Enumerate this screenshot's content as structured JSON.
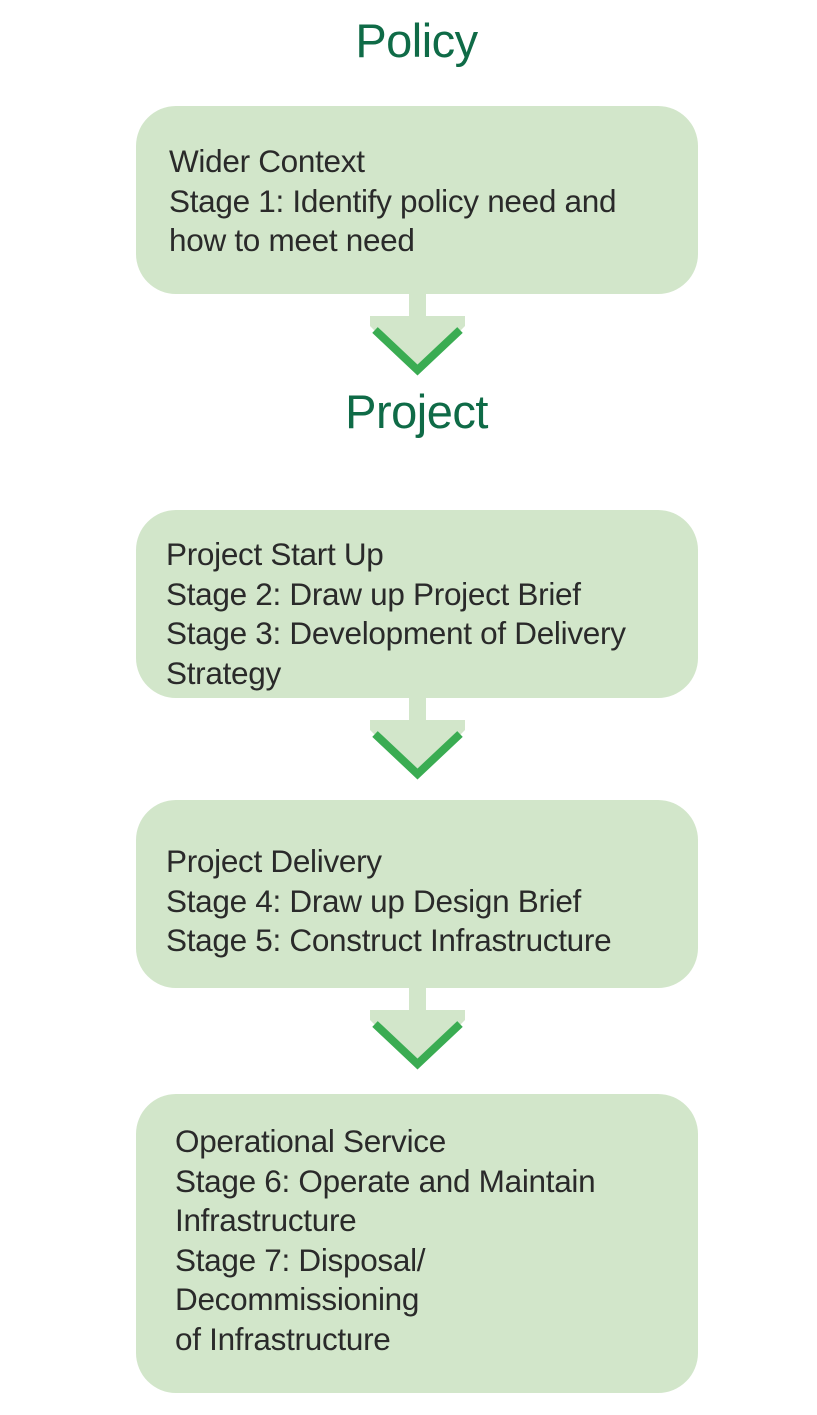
{
  "headings": {
    "policy": "Policy",
    "project": "Project"
  },
  "stages": [
    {
      "lines": [
        "Wider Context",
        "Stage 1: Identify policy need and",
        "how to meet need"
      ]
    },
    {
      "lines": [
        "Project Start Up",
        "Stage 2: Draw up Project Brief",
        "Stage 3: Development of Delivery",
        "Strategy"
      ]
    },
    {
      "lines": [
        "Project Delivery",
        "Stage 4: Draw up Design Brief",
        "Stage 5: Construct Infrastructure"
      ]
    },
    {
      "lines": [
        "Operational Service",
        "Stage 6: Operate and Maintain",
        "Infrastructure",
        "Stage 7: Disposal/",
        "Decommissioning",
        "of Infrastructure"
      ]
    }
  ],
  "colors": {
    "heading": "#0f6b47",
    "box_fill": "#d2e6ca",
    "arrow_light": "#d2e6ca",
    "arrow_dark": "#3aac52",
    "text": "#2a2a2a"
  }
}
